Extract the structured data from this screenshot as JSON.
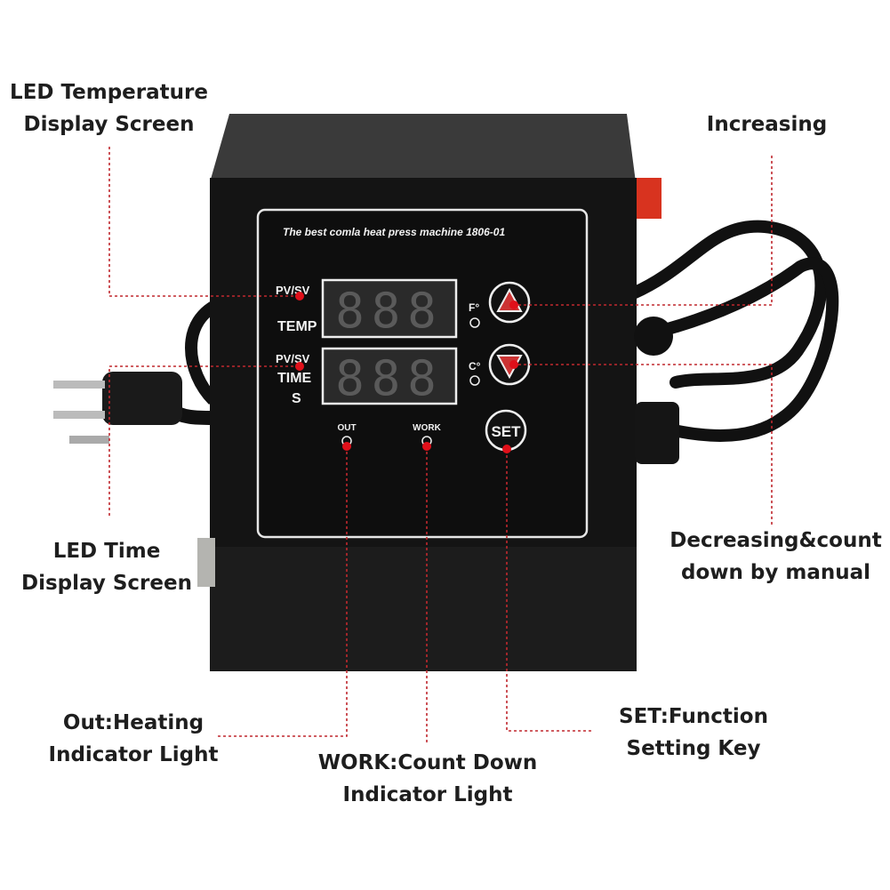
{
  "panel": {
    "brand_line": "The best comla heat press machine  1806-01",
    "temp_pvsv": "PV/SV",
    "temp_label": "TEMP",
    "time_pvsv": "PV/SV",
    "time_label": "TIME",
    "time_unit": "S",
    "fahrenheit": "F°",
    "celsius": "C°",
    "out_label": "OUT",
    "work_label": "WORK",
    "set_label": "SET",
    "temp_display": "888",
    "time_display": "888"
  },
  "callouts": {
    "led_temp": [
      "LED Temperature",
      "Display Screen"
    ],
    "increasing": [
      "Increasing"
    ],
    "led_time": [
      "LED Time",
      "Display Screen"
    ],
    "decreasing": [
      "Decreasing&count",
      "down by manual"
    ],
    "out": [
      "Out:Heating",
      "Indicator Light"
    ],
    "work": [
      "WORK:Count Down",
      "Indicator Light"
    ],
    "set": [
      "SET:Function",
      "Setting Key"
    ]
  },
  "colors": {
    "leader": "#c0282e",
    "dot": "#e0101a",
    "body": "#141414",
    "switch": "#d8331f"
  }
}
